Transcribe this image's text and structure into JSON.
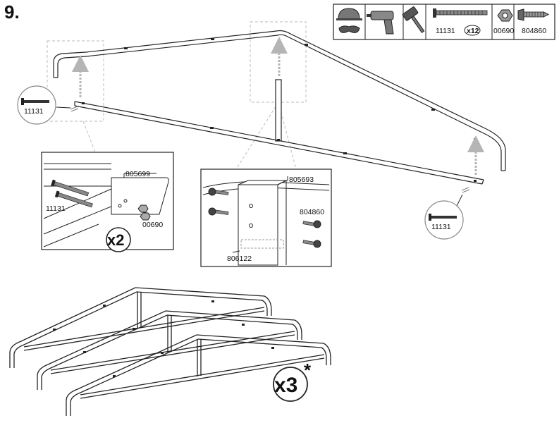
{
  "step_number": "9.",
  "tools": {
    "icons": [
      "hard-hat-goggles-icon",
      "drill-icon",
      "mallet-icon",
      "bolt-icon",
      "nut-icon",
      "screw-icon"
    ],
    "bolt_code": "11131",
    "bolt_qty": "x12",
    "nut_code": "00690",
    "screw_code": "804860"
  },
  "main": {
    "callout_left_code": "11131",
    "callout_right_code": "11131"
  },
  "detail_left": {
    "plate_code": "805699",
    "bolt_code": "11131",
    "nut_code": "00690",
    "multiplier": "x2"
  },
  "detail_center": {
    "plate_code": "805693",
    "screw_code": "804860",
    "post_code": "806122"
  },
  "bottom": {
    "multiplier": "x3",
    "asterisk": "*"
  }
}
